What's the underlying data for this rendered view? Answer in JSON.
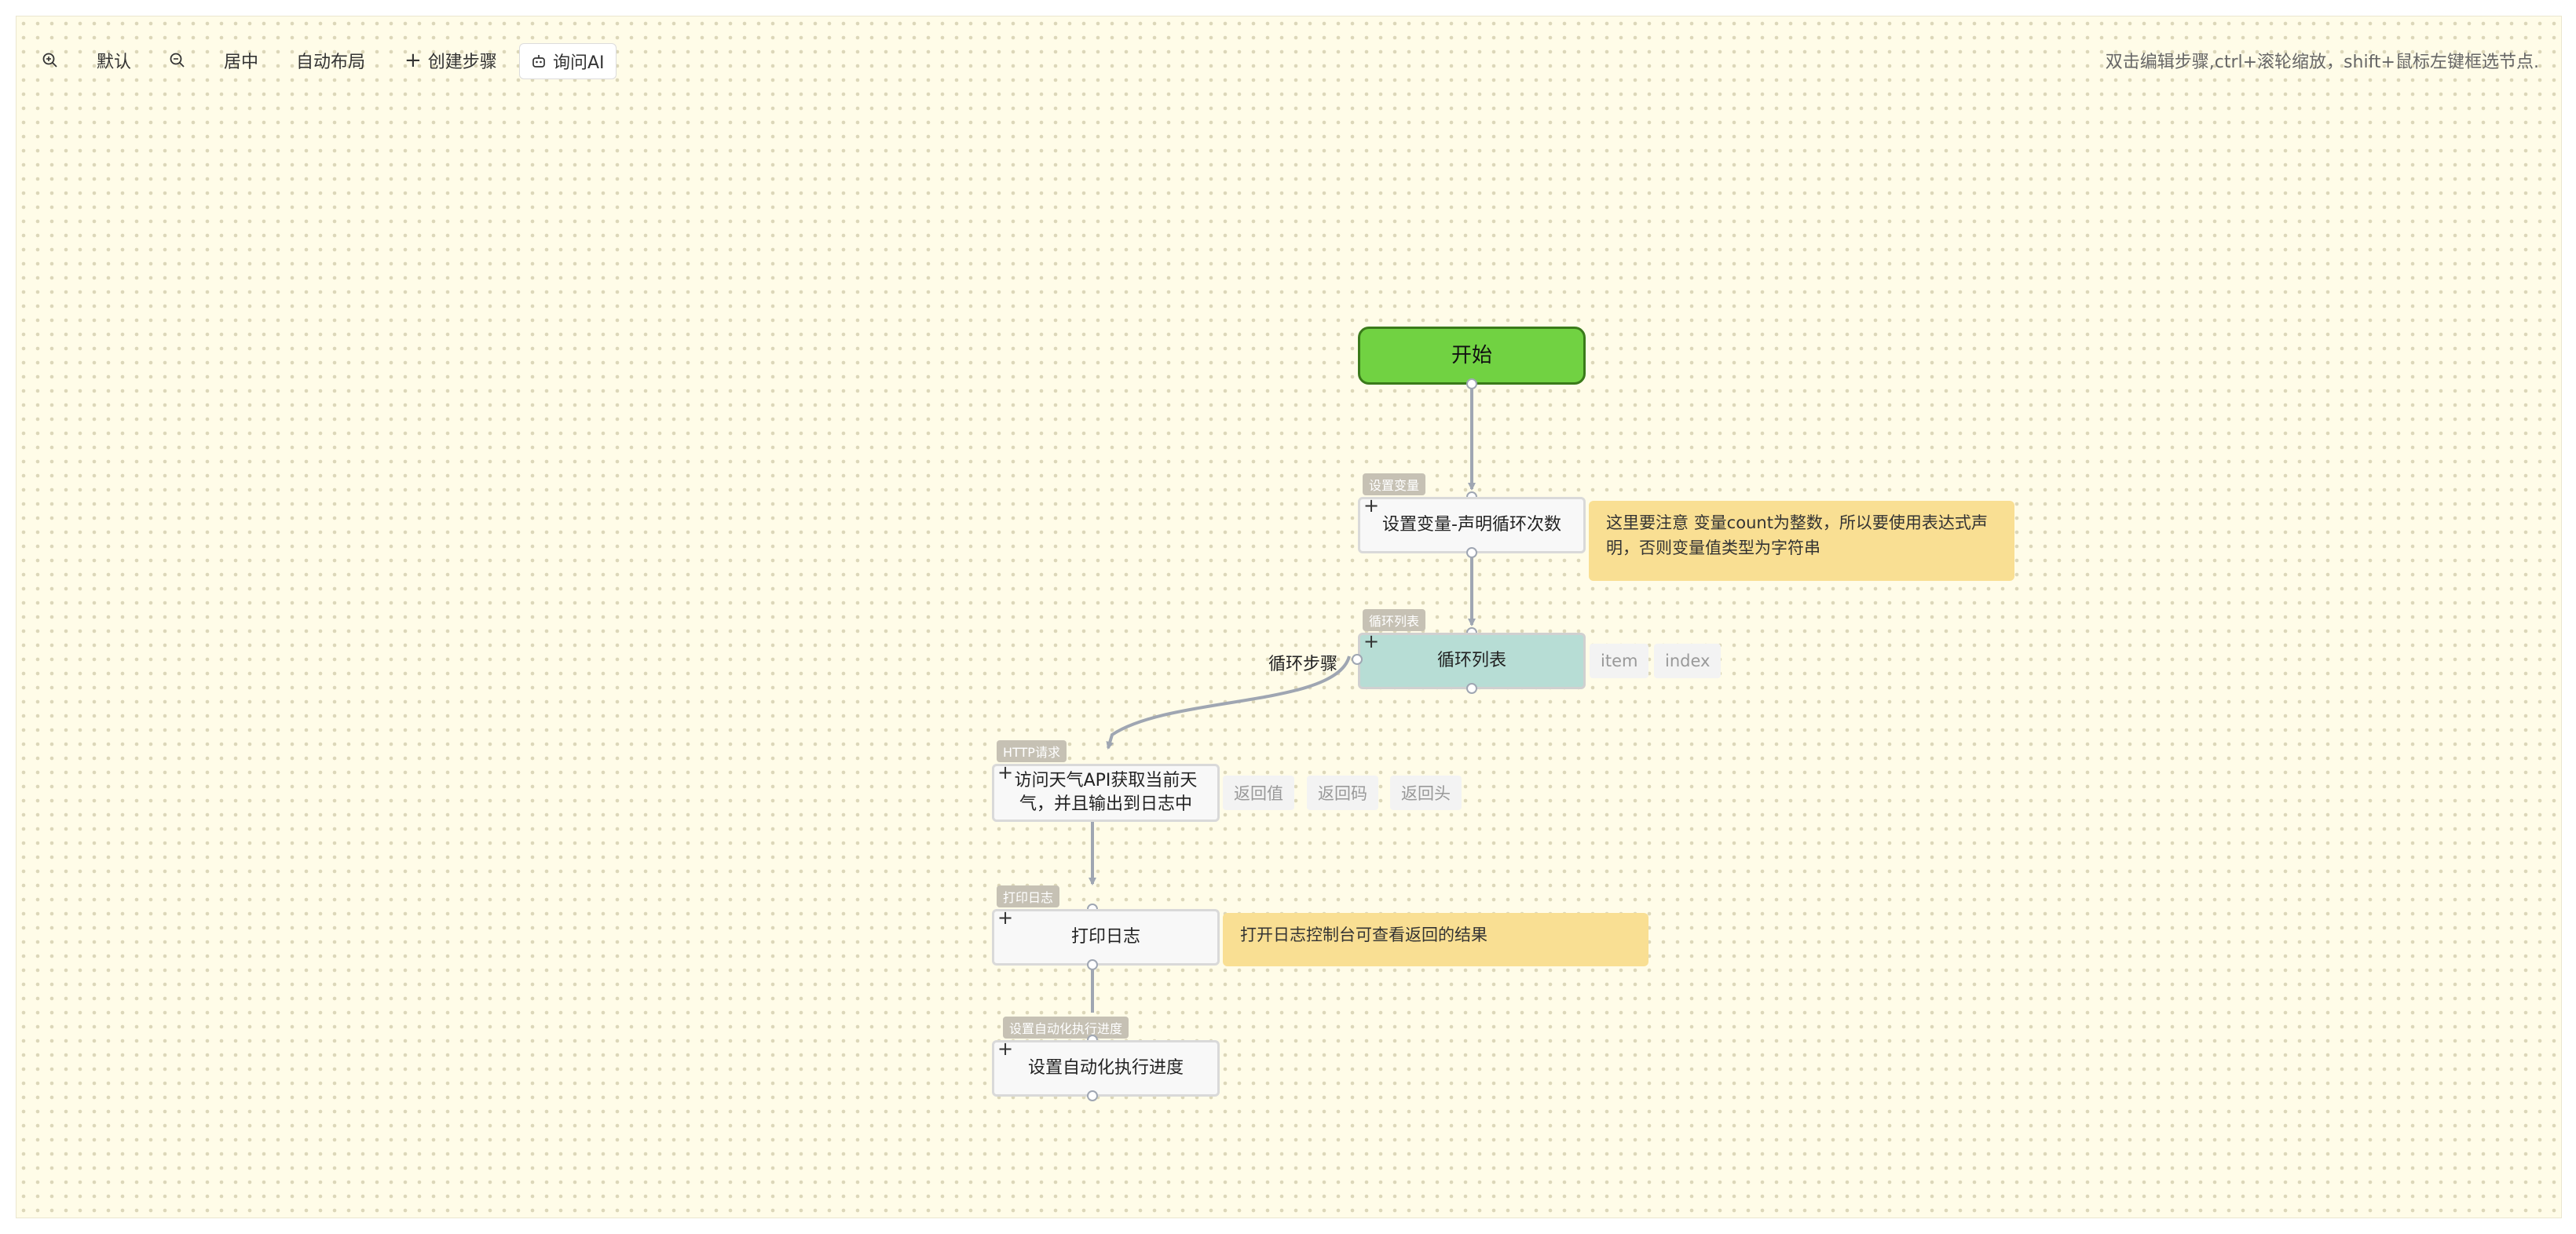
{
  "toolbar": {
    "zoom_in_label": "",
    "default_label": "默认",
    "zoom_out_label": "",
    "center_label": "居中",
    "auto_layout_label": "自动布局",
    "create_step_label": "创建步骤",
    "ask_ai_label": "询问AI"
  },
  "hint": "双击编辑步骤,ctrl+滚轮缩放，shift+鼠标左键框选节点.",
  "nodes": {
    "start": {
      "title": "开始"
    },
    "set_variable": {
      "tag": "设置变量",
      "title": "设置变量-声明循环次数",
      "note": "这里要注意 变量count为整数，所以要使用表达式声明，否则变量值类型为字符串"
    },
    "loop_list": {
      "tag": "循环列表",
      "title": "循环列表",
      "outputs": [
        "item",
        "index"
      ],
      "loop_label": "循环步骤"
    },
    "http_request": {
      "tag": "HTTP请求",
      "title": "访问天气API获取当前天气，并且输出到日志中",
      "outputs": [
        "返回值",
        "返回码",
        "返回头"
      ]
    },
    "print_log": {
      "tag": "打印日志",
      "title": "打印日志",
      "note": "打开日志控制台可查看返回的结果"
    },
    "set_progress": {
      "tag": "设置自动化执行进度",
      "title": "设置自动化执行进度"
    }
  },
  "colors": {
    "canvas": "#fffce8",
    "start_fill": "#71d242",
    "loop_fill": "#b7ddd5",
    "note_fill": "#f9df93",
    "edge": "#9fa6b2"
  }
}
